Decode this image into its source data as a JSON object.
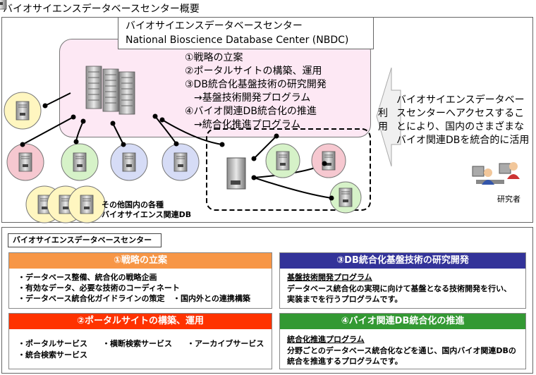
{
  "page_title": "バイオサイエンスデータベースセンター概要",
  "center": {
    "title_jp": "バイオサイエンスデータベースセンター",
    "title_en": "National Bioscience Database Center (NBDC)",
    "strategies": [
      "①戦略の立案",
      "②ポータルサイトの構築、運用",
      "③DB統合化基盤技術の研究開発",
      "→基盤技術開発プログラム",
      "④バイオ関連DB統合化の推進",
      "→統合化推進プログラム"
    ]
  },
  "other_db_label": [
    "その他国内の各種",
    "バイオサイエンス関連DB"
  ],
  "use_label": "利用",
  "access_text": "バイオサイエンスデータベースセンターへアクセスすることにより、国内のさまざまなバイオ関連DBを統合的に活用",
  "researcher_label": "研究者",
  "bottom": {
    "header": "バイオサイエンスデータベースセンター",
    "card1": {
      "title": "①戦略の立案",
      "items": [
        "・データベース整備、統合化の戦略企画",
        "・有効なデータ、必要な技術のコーディネート",
        "・データベース統合化ガイドラインの策定",
        "・国内外との連携構築"
      ]
    },
    "card2": {
      "title": "②ポータルサイトの構築、運用",
      "items": [
        "・ポータルサービス",
        "・横断検索サービス",
        "・アーカイブサービス",
        "・統合検索サービス"
      ]
    },
    "card3": {
      "title": "③DB統合化基盤技術の研究開発",
      "subtitle": "基盤技術開発プログラム",
      "text": [
        "データベース統合化の実現に向けて基盤となる技術開発を行い、",
        "実装までを行うプログラムです。"
      ]
    },
    "card4": {
      "title": "④バイオ関連DB統合化の推進",
      "subtitle": "統合化推進プログラム",
      "text": [
        "分野ごとのデータベース統合化などを通じ、国内バイオ関連DBの",
        "統合を推進するプログラムです。"
      ]
    }
  },
  "colors": {
    "center_fill": "#fde8f4",
    "card1": "#f79646",
    "card2": "#ff3300",
    "card3": "#333399",
    "card4": "#339933"
  }
}
